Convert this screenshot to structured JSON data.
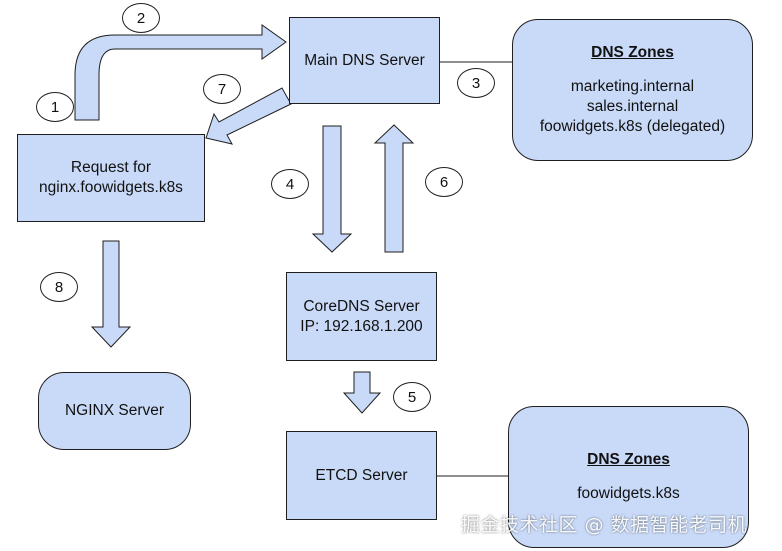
{
  "nodes": {
    "main_dns": "Main DNS Server",
    "request_line1": "Request for",
    "request_line2": "nginx.foowidgets.k8s",
    "coredns_line1": "CoreDNS Server",
    "coredns_line2": "IP: 192.168.1.200",
    "nginx": "NGINX Server",
    "etcd": "ETCD Server"
  },
  "zones_main": {
    "title": "DNS Zones",
    "entries": [
      "marketing.internal",
      "sales.internal",
      "foowidgets.k8s (delegated)"
    ]
  },
  "zones_etcd": {
    "title": "DNS Zones",
    "entries": [
      "foowidgets.k8s"
    ]
  },
  "steps": [
    "1",
    "2",
    "3",
    "4",
    "5",
    "6",
    "7",
    "8"
  ],
  "watermark": "掘金技术社区 @ 数据智能老司机",
  "colors": {
    "box_fill": "#c9daf8",
    "outline": "#1f1f1f",
    "step_fill": "#ffffff"
  }
}
